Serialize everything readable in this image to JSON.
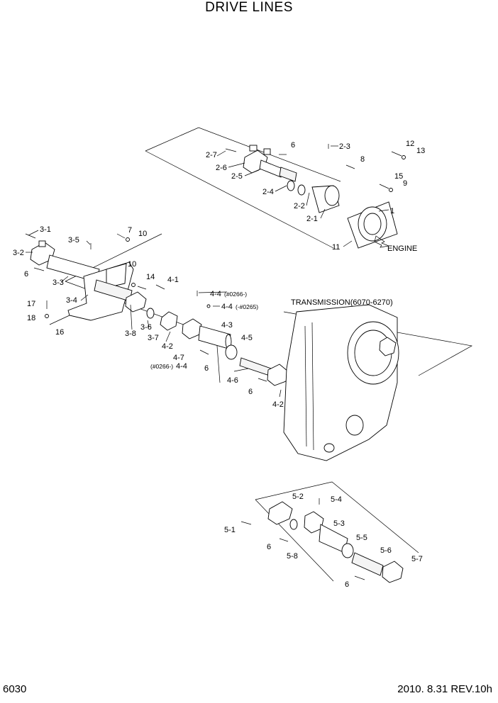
{
  "header": {
    "title": "DRIVE LINES"
  },
  "footer": {
    "page_number": "6030",
    "date_rev": "2010. 8.31  REV.10h"
  },
  "callouts": {
    "engine": "ENGINE",
    "transmission": "TRANSMISSION(6070-6270)",
    "p1": "1",
    "p2_1": "2-1",
    "p2_2": "2-2",
    "p2_3": "2-3",
    "p2_4": "2-4",
    "p2_5": "2-5",
    "p2_6": "2-6",
    "p2_7": "2-7",
    "p3_1": "3-1",
    "p3_2": "3-2",
    "p3_3": "3-3",
    "p3_4": "3-4",
    "p3_5": "3-5",
    "p3_6": "3-6",
    "p3_7": "3-7",
    "p3_8": "3-8",
    "p4_1": "4-1",
    "p4_2a": "4-2",
    "p4_2b": "4-2",
    "p4_3": "4-3",
    "p4_4a": "4-4",
    "p4_4a_note": "(#0266-)",
    "p4_4b": "4-4",
    "p4_4b_note": "(-#0265)",
    "p4_4c": "4-4",
    "p4_4c_note": "(#0266-)",
    "p4_5": "4-5",
    "p4_6": "4-6",
    "p4_7": "4-7",
    "p5_1": "5-1",
    "p5_2": "5-2",
    "p5_3": "5-3",
    "p5_4": "5-4",
    "p5_5": "5-5",
    "p5_6": "5-6",
    "p5_7": "5-7",
    "p5_8": "5-8",
    "p6a": "6",
    "p6b": "6",
    "p6c": "6",
    "p6d": "6",
    "p6e": "6",
    "p6f": "6",
    "p7": "7",
    "p8": "8",
    "p9": "9",
    "p10a": "10",
    "p10b": "10",
    "p11": "11",
    "p12": "12",
    "p13": "13",
    "p14": "14",
    "p15": "15",
    "p16": "16",
    "p17": "17",
    "p18": "18"
  }
}
